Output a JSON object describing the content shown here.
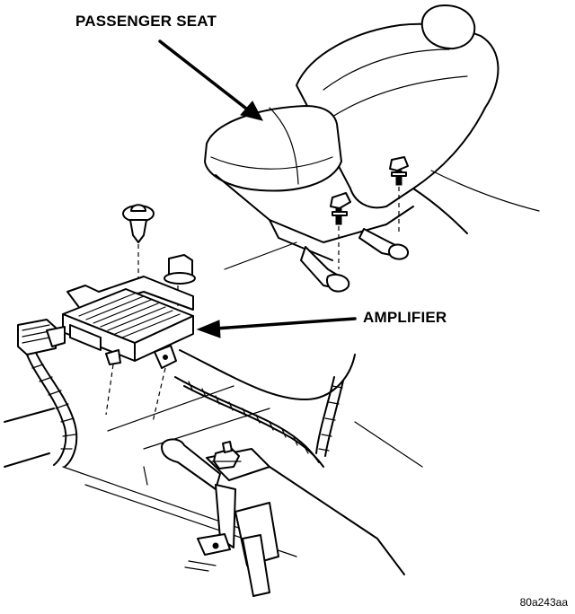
{
  "labels": {
    "passenger_seat": "PASSENGER SEAT",
    "amplifier": "AMPLIFIER"
  },
  "figure_id": "80a243aa"
}
